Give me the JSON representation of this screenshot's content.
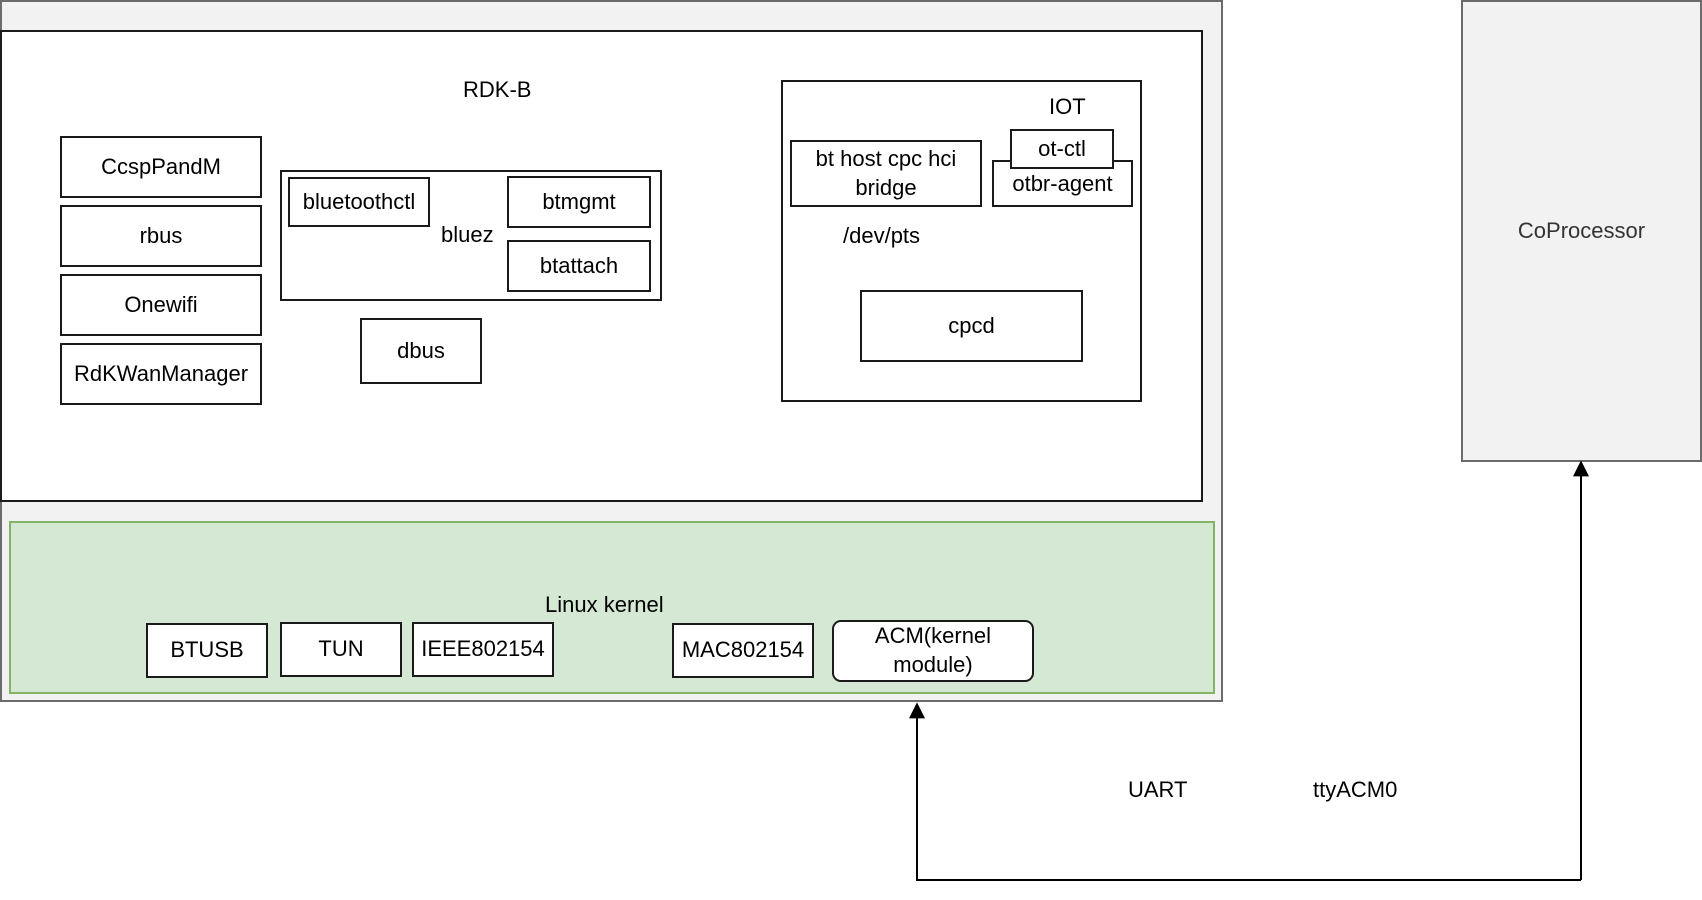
{
  "rdkb": {
    "title": "RDK-B"
  },
  "services": [
    "CcspPandM",
    "rbus",
    "Onewifi",
    "RdKWanManager"
  ],
  "bluez": {
    "label": "bluez",
    "bluetoothctl": "bluetoothctl",
    "btmgmt": "btmgmt",
    "btattach": "btattach"
  },
  "dbus": "dbus",
  "iot": {
    "title": "IOT",
    "bt_host": "bt host cpc hci bridge",
    "ot_ctl": "ot-ctl",
    "otbr_agent": "otbr-agent",
    "dev_pts": "/dev/pts",
    "cpcd": "cpcd"
  },
  "kernel": {
    "title": "Linux kernel",
    "btusb": "BTUSB",
    "tun": "TUN",
    "ieee": "IEEE802154",
    "mac": "MAC802154",
    "acm": "ACM(kernel module)"
  },
  "coprocessor": "CoProcessor",
  "links": {
    "uart": "UART",
    "tty": "ttyACM0"
  },
  "colors": {
    "kernel_fill": "#d5e8d4",
    "kernel_stroke": "#82b366",
    "outer_fill": "#f2f2f2"
  }
}
